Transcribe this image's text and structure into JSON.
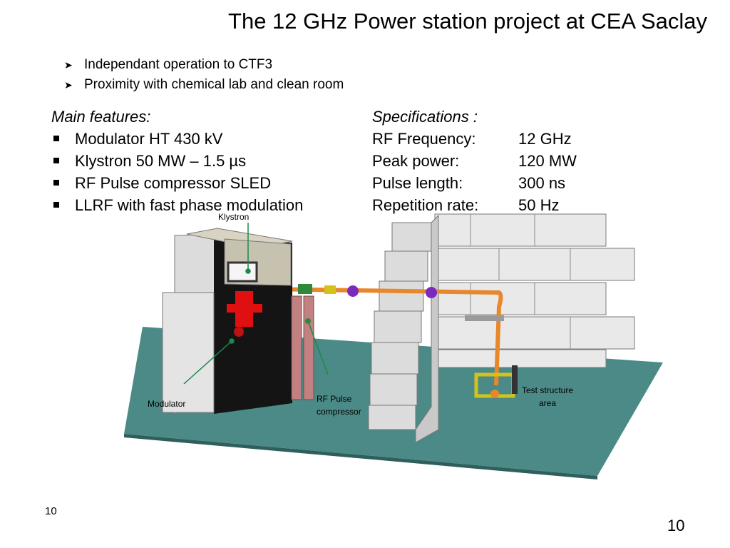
{
  "title": "The 12 GHz Power station project at CEA Saclay",
  "bullets": [
    "Independant operation to CTF3",
    "Proximity with chemical lab and clean room"
  ],
  "features": {
    "heading": "Main features:",
    "items": [
      "Modulator HT 430 kV",
      "Klystron 50 MW – 1.5 µs",
      "RF Pulse compressor SLED",
      "LLRF with fast phase modulation"
    ]
  },
  "specs": {
    "heading": "Specifications :",
    "rows": [
      {
        "key": "RF Frequency:",
        "value": "12 GHz"
      },
      {
        "key": "Peak power:",
        "value": "120 MW"
      },
      {
        "key": "Pulse length:",
        "value": "300 ns"
      },
      {
        "key": "Repetition rate:",
        "value": "50 Hz"
      }
    ]
  },
  "labels": {
    "klystron": "Klystron",
    "modulator": "Modulator",
    "rf_pulse_line1": "RF Pulse",
    "rf_pulse_line2": "compressor",
    "test_line1": "Test structure",
    "test_line2": "area"
  },
  "page_left": "10",
  "page_right": "10",
  "colors": {
    "floor": "#4b8a86",
    "modulator_cabinet": "#111111",
    "wall_block": "#e6e6e6",
    "waveguide": "#e8872c",
    "klystron": "#e01010"
  }
}
